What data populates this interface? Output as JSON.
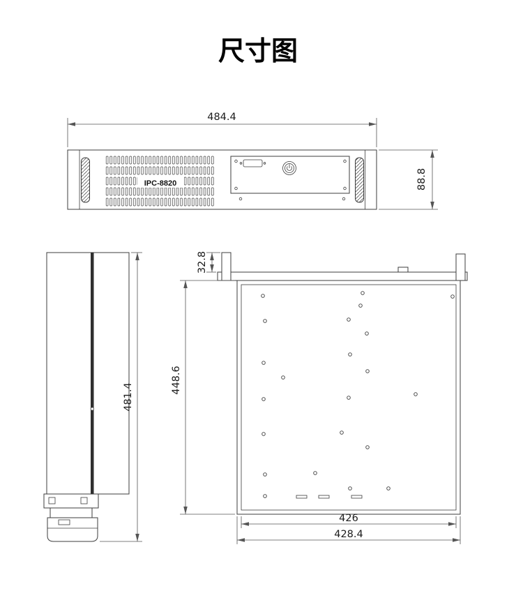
{
  "title": "尺寸图",
  "front_view": {
    "model_label": "IPC-8820",
    "width_dim": "484.4",
    "height_dim": "88.8"
  },
  "side_view": {
    "depth_dim": "481.4"
  },
  "top_view": {
    "ear_dim": "32.8",
    "depth_dim": "448.6",
    "inner_width_dim": "426",
    "outer_width_dim": "428.4"
  }
}
